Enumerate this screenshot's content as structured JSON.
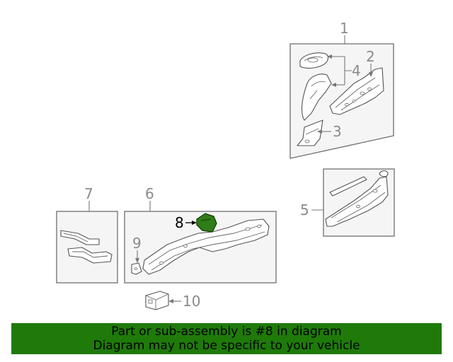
{
  "callouts": {
    "c1": "1",
    "c2": "2",
    "c3": "3",
    "c4": "4",
    "c5": "5",
    "c6": "6",
    "c7": "7",
    "c8": "8",
    "c9": "9",
    "c10": "10"
  },
  "highlight": {
    "part_number": "8",
    "color": "#2f7d16"
  },
  "banner": {
    "line1": "Part or sub-assembly is #8 in diagram",
    "line2": "Diagram may not be specific to your vehicle",
    "background": "#1f7a0a"
  }
}
